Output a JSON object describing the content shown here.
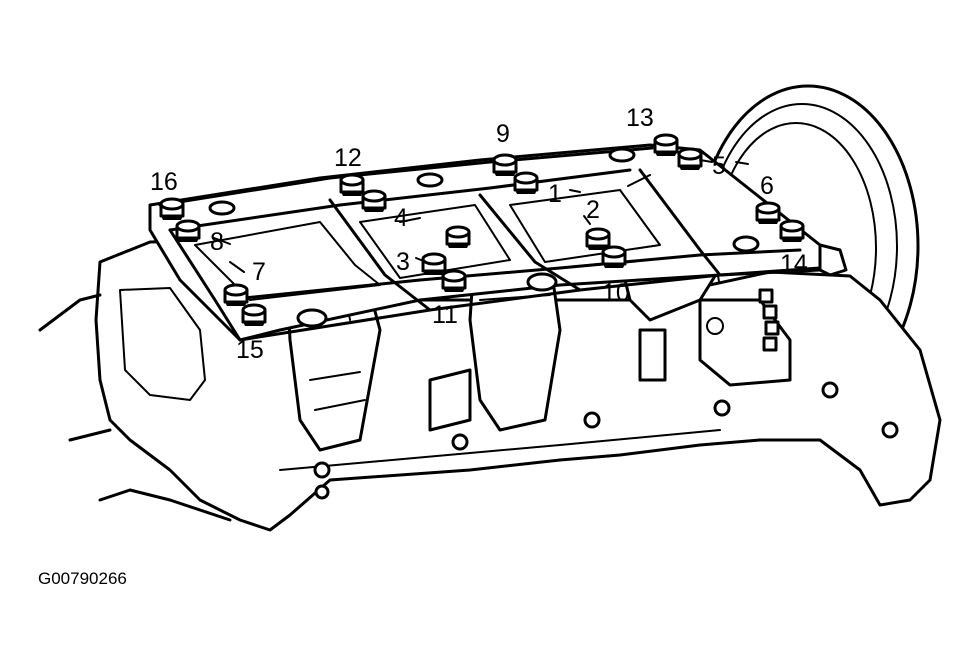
{
  "figure_id": "G00790266",
  "bolt_labels": [
    "1",
    "2",
    "3",
    "4",
    "5",
    "6",
    "7",
    "8",
    "9",
    "10",
    "11",
    "12",
    "13",
    "14",
    "15",
    "16"
  ]
}
